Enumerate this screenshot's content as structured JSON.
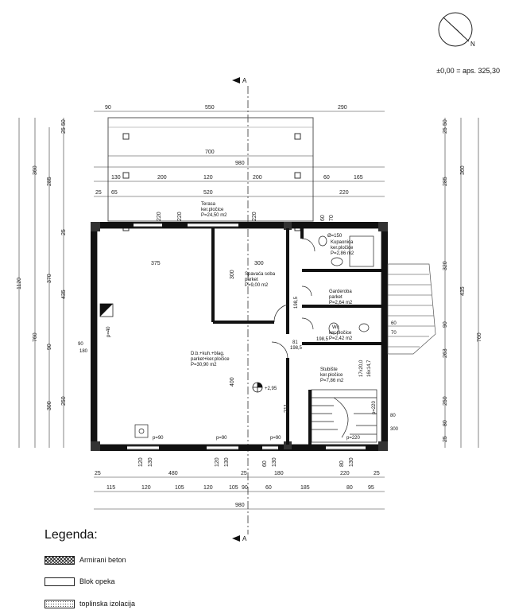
{
  "elevation": "±0,00 = aps. 325,30",
  "section_mark": "A",
  "legend": {
    "title": "Legenda:",
    "items": [
      {
        "label": "Armirani beton",
        "pattern": "crosshatch"
      },
      {
        "label": "Blok opeka",
        "pattern": "blank"
      },
      {
        "label": "toplinska izolacija",
        "pattern": "dotted"
      }
    ]
  },
  "rooms": {
    "terasa": {
      "name": "Terasa",
      "floor": "ker.pločice",
      "area": "P=24,50 m2"
    },
    "spavaca": {
      "name": "Spavaća soba",
      "floor": "parket",
      "area": "P=9,00 m2"
    },
    "kupaonica": {
      "name": "Kupaonica",
      "floor": "ker.pločice",
      "area": "P=2,86 m2"
    },
    "garderoba": {
      "name": "Garderoba",
      "floor": "parket",
      "area": "P=2,64 m2"
    },
    "wc": {
      "name": "Wc",
      "floor": "ker.pločice",
      "area": "P=2,42 m2"
    },
    "dnevni": {
      "name": "D.b.+kuh.+blag.",
      "floor": "parket+ker.pločice",
      "area": "P=30,90 m2"
    },
    "stubiste": {
      "name": "Stubište",
      "floor": "ker.pločice",
      "area": "P=7,86 m2"
    }
  },
  "marks": {
    "level": "+2,95",
    "stairs1": "17x20,0",
    "stairs2": "16x14,7",
    "tub": "Ø=150"
  },
  "dims_top": {
    "row1": [
      "90",
      "550",
      "290"
    ],
    "row2": [
      "700"
    ],
    "row3": [
      "980"
    ],
    "row4": [
      "130",
      "200",
      "120",
      "200",
      "60",
      "165"
    ],
    "row5": [
      "25",
      "65",
      "520",
      "220"
    ]
  },
  "dims_inner": [
    "220",
    "220",
    "220",
    "60",
    "70",
    "375",
    "300",
    "300",
    "400",
    "211"
  ],
  "dims_bottom": {
    "row1": [
      "25",
      "480",
      "25",
      "180",
      "220",
      "25"
    ],
    "row2": [
      "115",
      "120",
      "105",
      "120",
      "105",
      "90",
      "60",
      "185",
      "80",
      "95"
    ],
    "row3": [
      "980"
    ],
    "openings": [
      "120",
      "130",
      "120",
      "130",
      "60",
      "130",
      "80",
      "130"
    ]
  },
  "dims_left": [
    "1120",
    "360",
    "285",
    "25",
    "50",
    "370",
    "435",
    "760",
    "90",
    "250",
    "300",
    "25"
  ],
  "dims_right": [
    "25",
    "50",
    "360",
    "285",
    "320",
    "435",
    "90",
    "263",
    "250",
    "760",
    "80",
    "25"
  ],
  "openings": {
    "door_left": "90\n180",
    "door_right": "80\n300",
    "door_wc": "60\n70",
    "p1": "p=90",
    "p2": "p=90",
    "p3": "p=90",
    "p4": "p=220",
    "p5": "p=220",
    "p6": "p=40",
    "d81": "81",
    "d1985": "198,5",
    "d1985b": "198,5",
    "d1985c": "198,5"
  }
}
